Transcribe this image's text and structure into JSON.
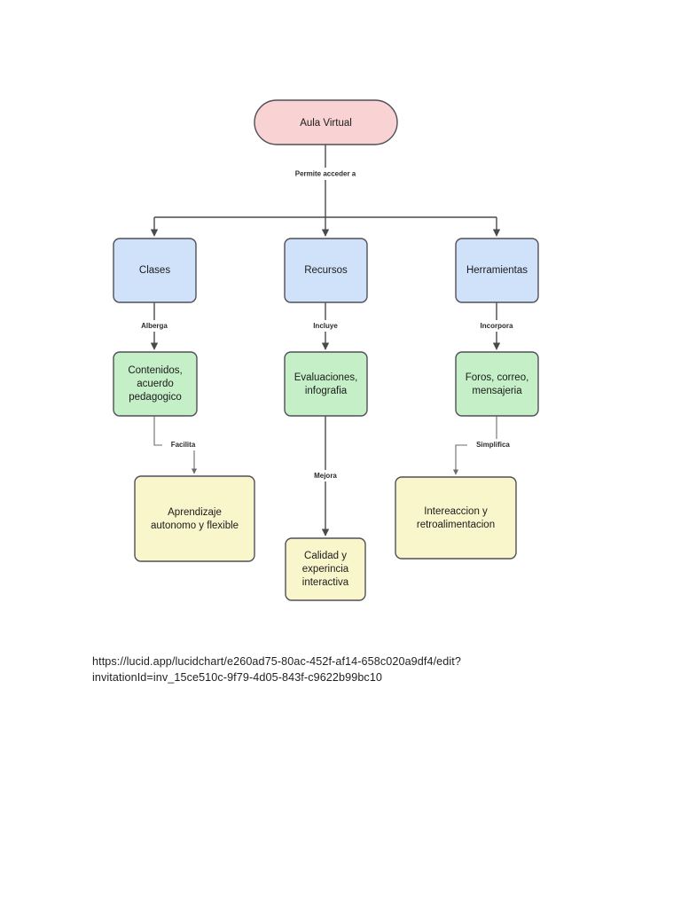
{
  "document": {
    "title": "Aula Virtual - Mapa conceptual",
    "background_color": "#ffffff"
  },
  "palette": {
    "root_fill": "#f9d2d4",
    "level1_fill": "#cfe2f9",
    "level2_fill": "#c4efc7",
    "level3_fill": "#faf6cc",
    "stroke": "#4f4f57",
    "connector": "#4a4a4a",
    "text": "#1b1b1b"
  },
  "chart_data": {
    "type": "diagram",
    "diagram_kind": "flowchart",
    "orientation": "top-down",
    "title": "Aula Virtual",
    "nodes": [
      {
        "id": "root",
        "label": "Aula Virtual",
        "shape": "stadium",
        "fill": "#f9d2d4",
        "level": 0
      },
      {
        "id": "clases",
        "label": "Clases",
        "shape": "rounded-rect",
        "fill": "#cfe2f9",
        "level": 1
      },
      {
        "id": "recursos",
        "label": "Recursos",
        "shape": "rounded-rect",
        "fill": "#cfe2f9",
        "level": 1
      },
      {
        "id": "herramientas",
        "label": "Herramientas",
        "shape": "rounded-rect",
        "fill": "#cfe2f9",
        "level": 1
      },
      {
        "id": "contenidos",
        "label": "Contenidos, acuerdo pedagogico",
        "shape": "rounded-rect",
        "fill": "#c4efc7",
        "level": 2
      },
      {
        "id": "evaluaciones",
        "label": "Evaluaciones, infografia",
        "shape": "rounded-rect",
        "fill": "#c4efc7",
        "level": 2
      },
      {
        "id": "foros",
        "label": "Foros, correo, mensajeria",
        "shape": "rounded-rect",
        "fill": "#c4efc7",
        "level": 2
      },
      {
        "id": "aprendizaje",
        "label": "Aprendizaje autonomo y flexible",
        "shape": "rounded-rect",
        "fill": "#faf6cc",
        "level": 3
      },
      {
        "id": "calidad",
        "label": "Calidad y experincia interactiva",
        "shape": "rounded-rect",
        "fill": "#faf6cc",
        "level": 3
      },
      {
        "id": "intereaccion",
        "label": "Intereaccion y retroalimentacion",
        "shape": "rounded-rect",
        "fill": "#faf6cc",
        "level": 3
      }
    ],
    "edges": [
      {
        "from": "root",
        "to": "clases",
        "label": "Permite acceder a"
      },
      {
        "from": "root",
        "to": "recursos",
        "label": "Permite acceder a"
      },
      {
        "from": "root",
        "to": "herramientas",
        "label": "Permite acceder a"
      },
      {
        "from": "clases",
        "to": "contenidos",
        "label": "Alberga"
      },
      {
        "from": "recursos",
        "to": "evaluaciones",
        "label": "Incluye"
      },
      {
        "from": "herramientas",
        "to": "foros",
        "label": "Incorpora"
      },
      {
        "from": "contenidos",
        "to": "aprendizaje",
        "label": "Facilita"
      },
      {
        "from": "evaluaciones",
        "to": "calidad",
        "label": "Mejora"
      },
      {
        "from": "foros",
        "to": "intereaccion",
        "label": "Simplifica"
      }
    ]
  },
  "nodes": {
    "root": {
      "label": "Aula Virtual"
    },
    "clases": {
      "label": "Clases"
    },
    "recursos": {
      "label": "Recursos"
    },
    "herramientas": {
      "label": "Herramientas"
    },
    "contenidos": {
      "line1": "Contenidos,",
      "line2": "acuerdo",
      "line3": "pedagogico"
    },
    "evaluaciones": {
      "line1": "Evaluaciones,",
      "line2": "infografia"
    },
    "foros": {
      "line1": "Foros, correo,",
      "line2": "mensajeria"
    },
    "aprendizaje": {
      "line1": "Aprendizaje",
      "line2": "autonomo y flexible"
    },
    "calidad": {
      "line1": "Calidad y",
      "line2": "experincia",
      "line3": "interactiva"
    },
    "intereaccion": {
      "line1": "Intereaccion y",
      "line2": "retroalimentacion"
    }
  },
  "edge_labels": {
    "permite_acceder": "Permite acceder a",
    "alberga": "Alberga",
    "incluye": "Incluye",
    "incorpora": "Incorpora",
    "facilita": "Facilita",
    "mejora": "Mejora",
    "simplifica": "Simplifica"
  },
  "url": {
    "line1": "https://lucid.app/lucidchart/e260ad75-80ac-452f-af14-658c020a9df4/edit?",
    "line2": "invitationId=inv_15ce510c-9f79-4d05-843f-c9622b99bc10"
  }
}
